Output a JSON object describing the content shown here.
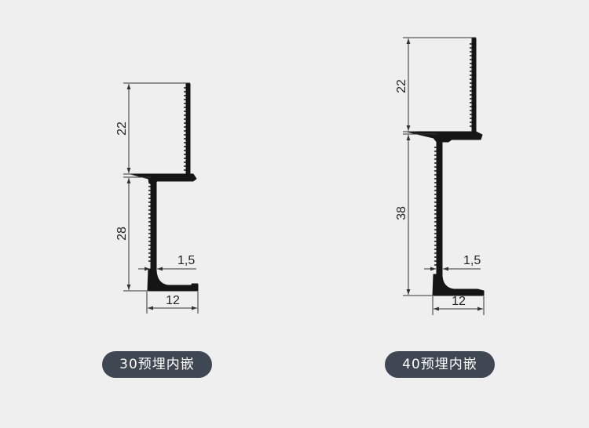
{
  "background_color": "#efefef",
  "profile_color": "#151515",
  "dimension_line_color": "#333333",
  "badge_color": "#3f4752",
  "profiles": [
    {
      "badge_label": "30预埋内嵌",
      "upper_height": "22",
      "lower_height": "28",
      "thickness": "1,5",
      "base_width": "12"
    },
    {
      "badge_label": "40预埋内嵌",
      "upper_height": "22",
      "lower_height": "38",
      "thickness": "1,5",
      "base_width": "12"
    }
  ]
}
